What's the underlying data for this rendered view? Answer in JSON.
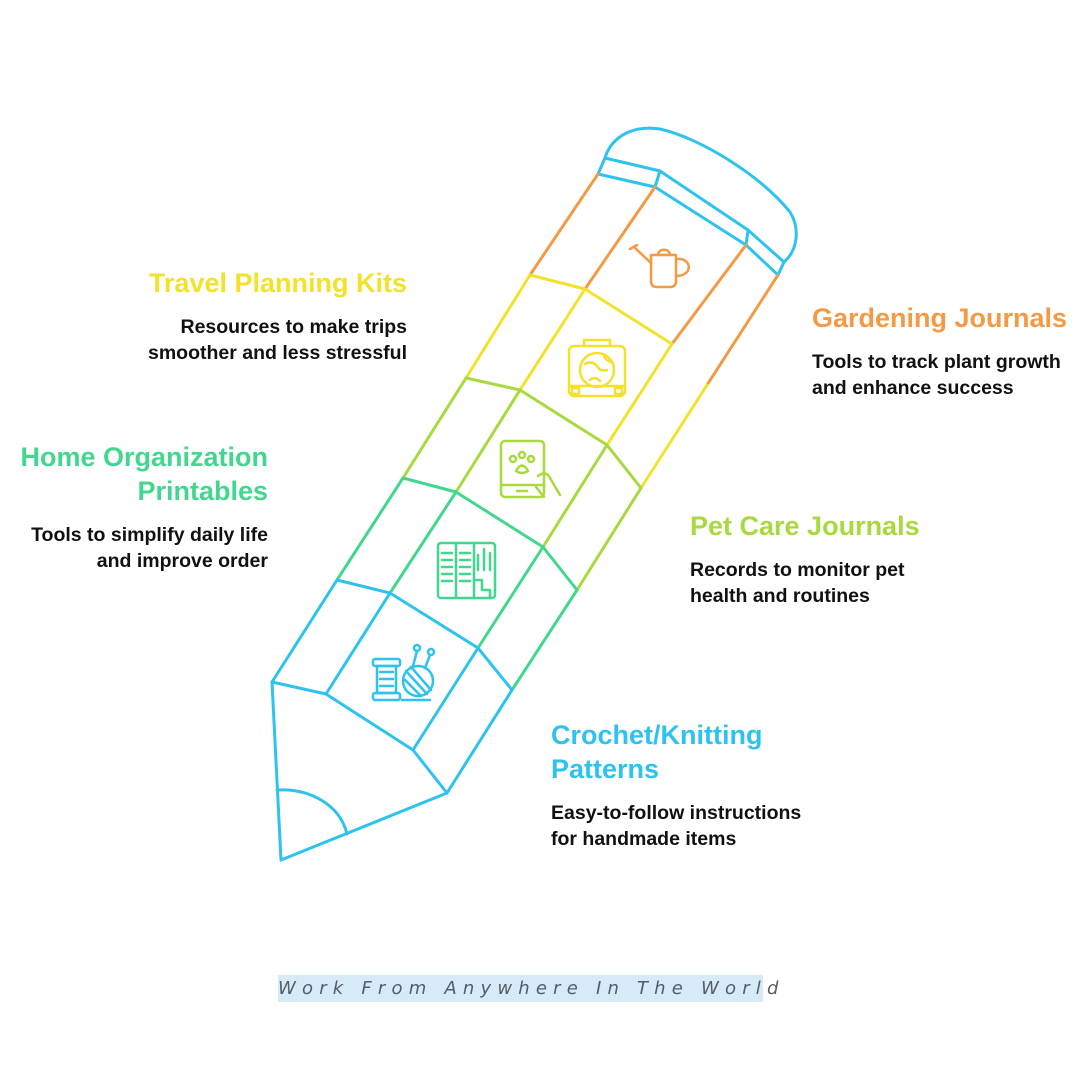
{
  "colors": {
    "orange": "#F39A46",
    "yellow": "#F2E229",
    "lime": "#A8D93E",
    "green": "#43D68E",
    "blue": "#2DC3EE",
    "footer_bg": "#D6EAF8"
  },
  "items": {
    "travel": {
      "title": "Travel Planning Kits",
      "desc": "Resources to make trips\nsmoother and less stressful",
      "icon": "suitcase-globe-icon"
    },
    "home": {
      "title": "Home Organization\nPrintables",
      "desc": "Tools to simplify daily life\nand improve order",
      "icon": "bookshelf-icon"
    },
    "garden": {
      "title": "Gardening Journals",
      "desc": "Tools to track plant growth\nand enhance success",
      "icon": "watering-can-icon"
    },
    "pet": {
      "title": "Pet Care Journals",
      "desc": "Records to monitor pet\nhealth and routines",
      "icon": "tablet-paw-icon"
    },
    "crochet": {
      "title": "Crochet/Knitting\nPatterns",
      "desc": "Easy-to-follow instructions\nfor handmade items",
      "icon": "yarn-spool-icon"
    }
  },
  "footer": {
    "text": "Work From Anywhere In The World"
  }
}
